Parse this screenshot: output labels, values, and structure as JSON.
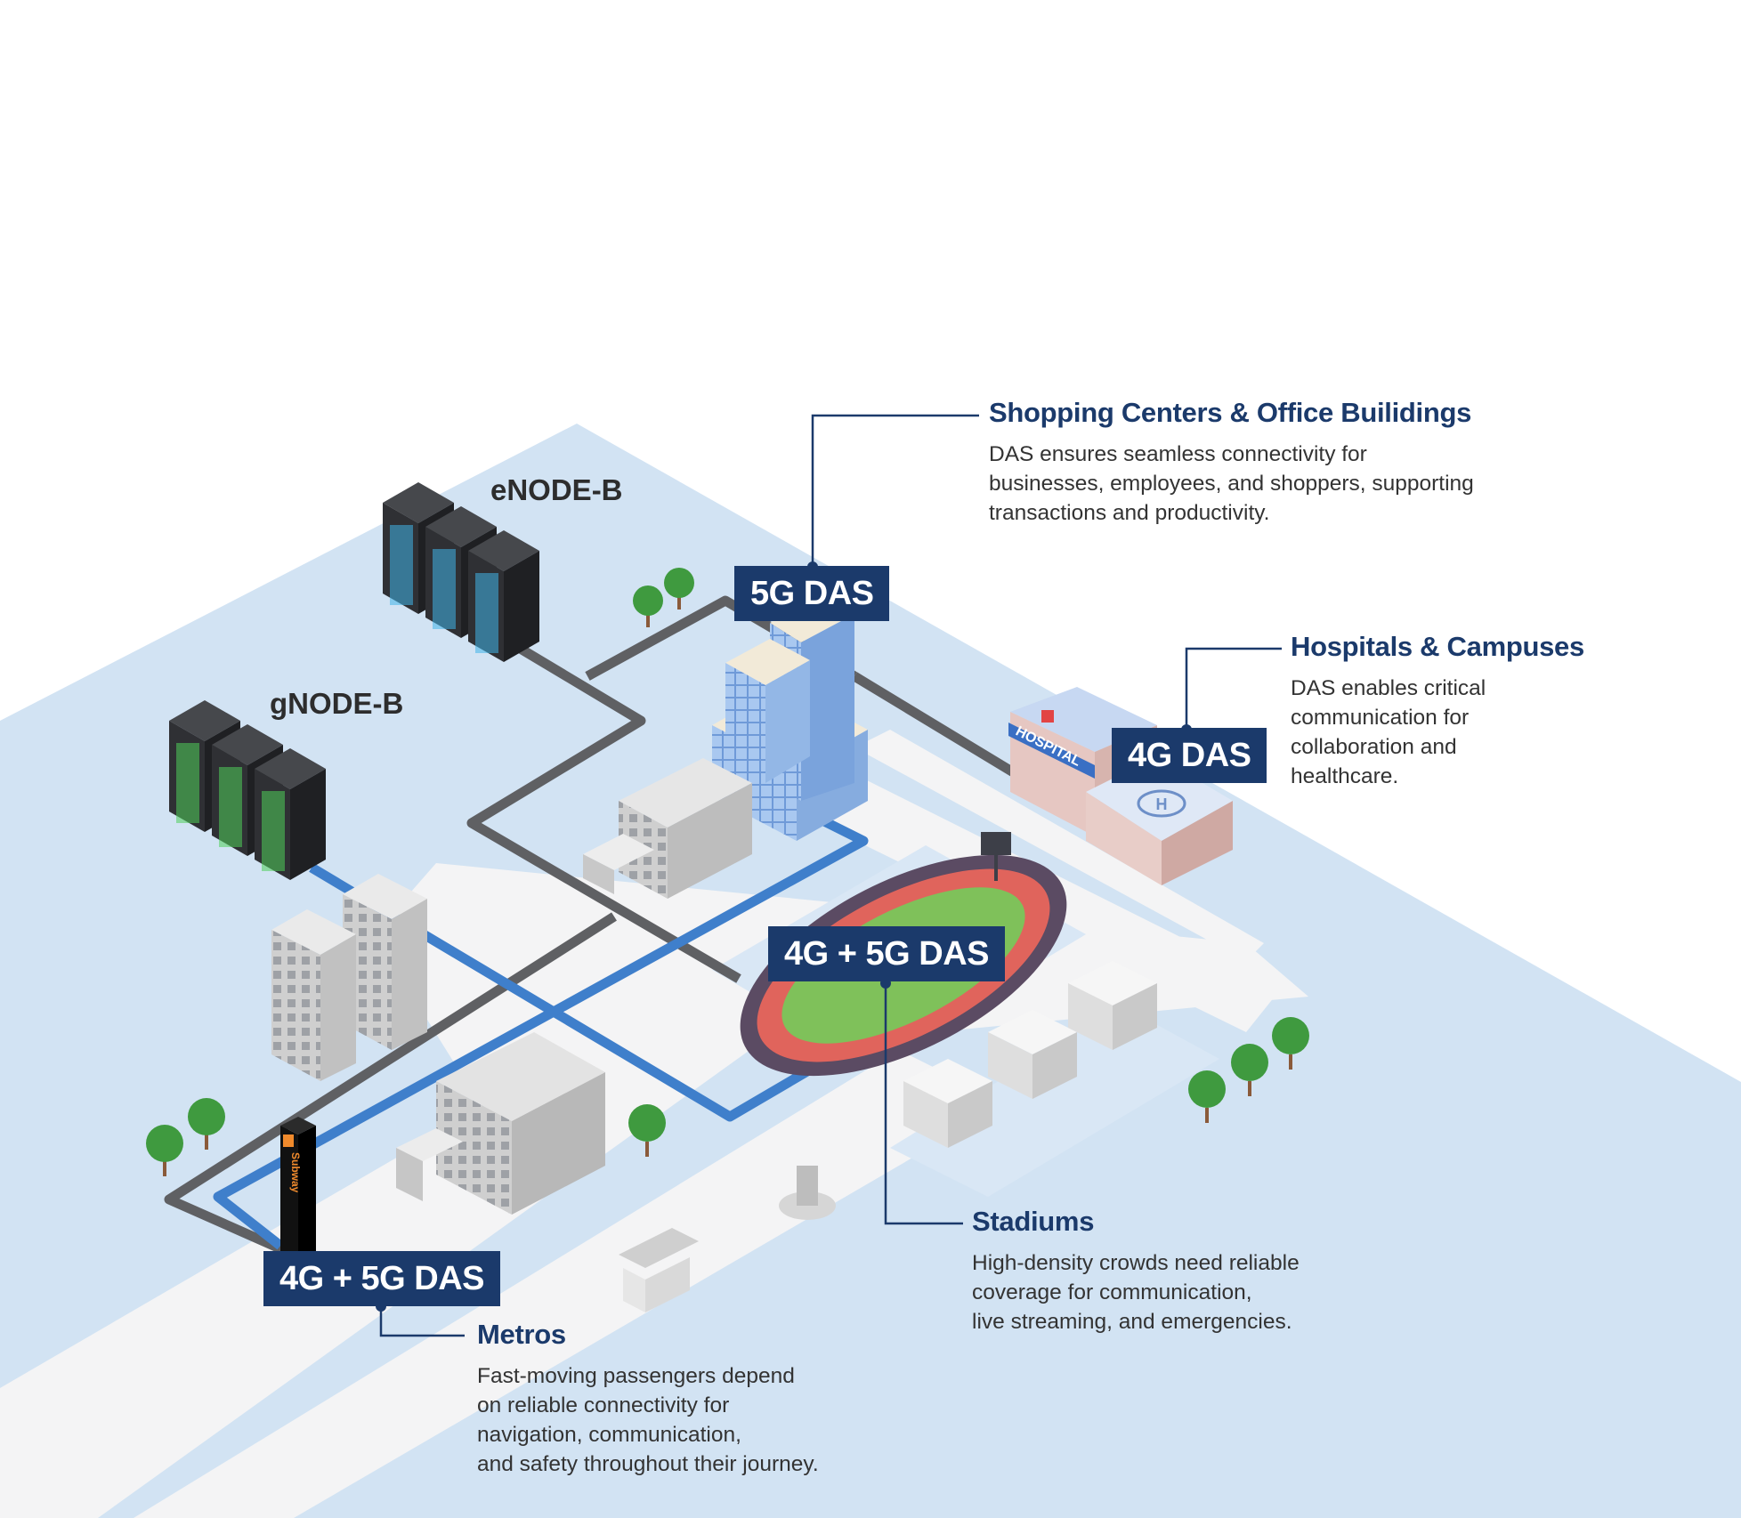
{
  "nodes": {
    "enode": "eNODE-B",
    "gnode": "gNODE-B"
  },
  "tags": {
    "five_g": "5G DAS",
    "four_g": "4G DAS",
    "stadium": "4G + 5G DAS",
    "metro": "4G + 5G DAS"
  },
  "callouts": {
    "shopping": {
      "title": "Shopping Centers & Office Builidings",
      "body": "DAS ensures seamless connectivity for\nbusinesses, employees, and shoppers, supporting\ntransactions and productivity."
    },
    "hospitals": {
      "title": "Hospitals & Campuses",
      "body": "DAS enables critical\ncommunication for\ncollaboration and\nhealthcare."
    },
    "stadiums": {
      "title": "Stadiums",
      "body": "High-density crowds need reliable\ncoverage for communication,\nlive streaming, and emergencies."
    },
    "metros": {
      "title": "Metros",
      "body": "Fast-moving passengers depend\non reliable connectivity for\nnavigation, communication,\nand safety throughout their journey."
    }
  },
  "signage": {
    "hospital": "HOSPITAL",
    "helipad": "H",
    "subway": "Subway"
  },
  "colors": {
    "ground": "#d2e3f3",
    "road": "#f4f4f5",
    "grey_cable": "#5f6063",
    "blue_cable": "#3f7fcb",
    "tag_bg": "#1b3a6b",
    "title_text": "#1b3a6b",
    "accent_subway": "#f08a2c"
  },
  "icons": {
    "server": "server-rack-icon",
    "tree": "tree-icon",
    "building": "building-icon"
  }
}
